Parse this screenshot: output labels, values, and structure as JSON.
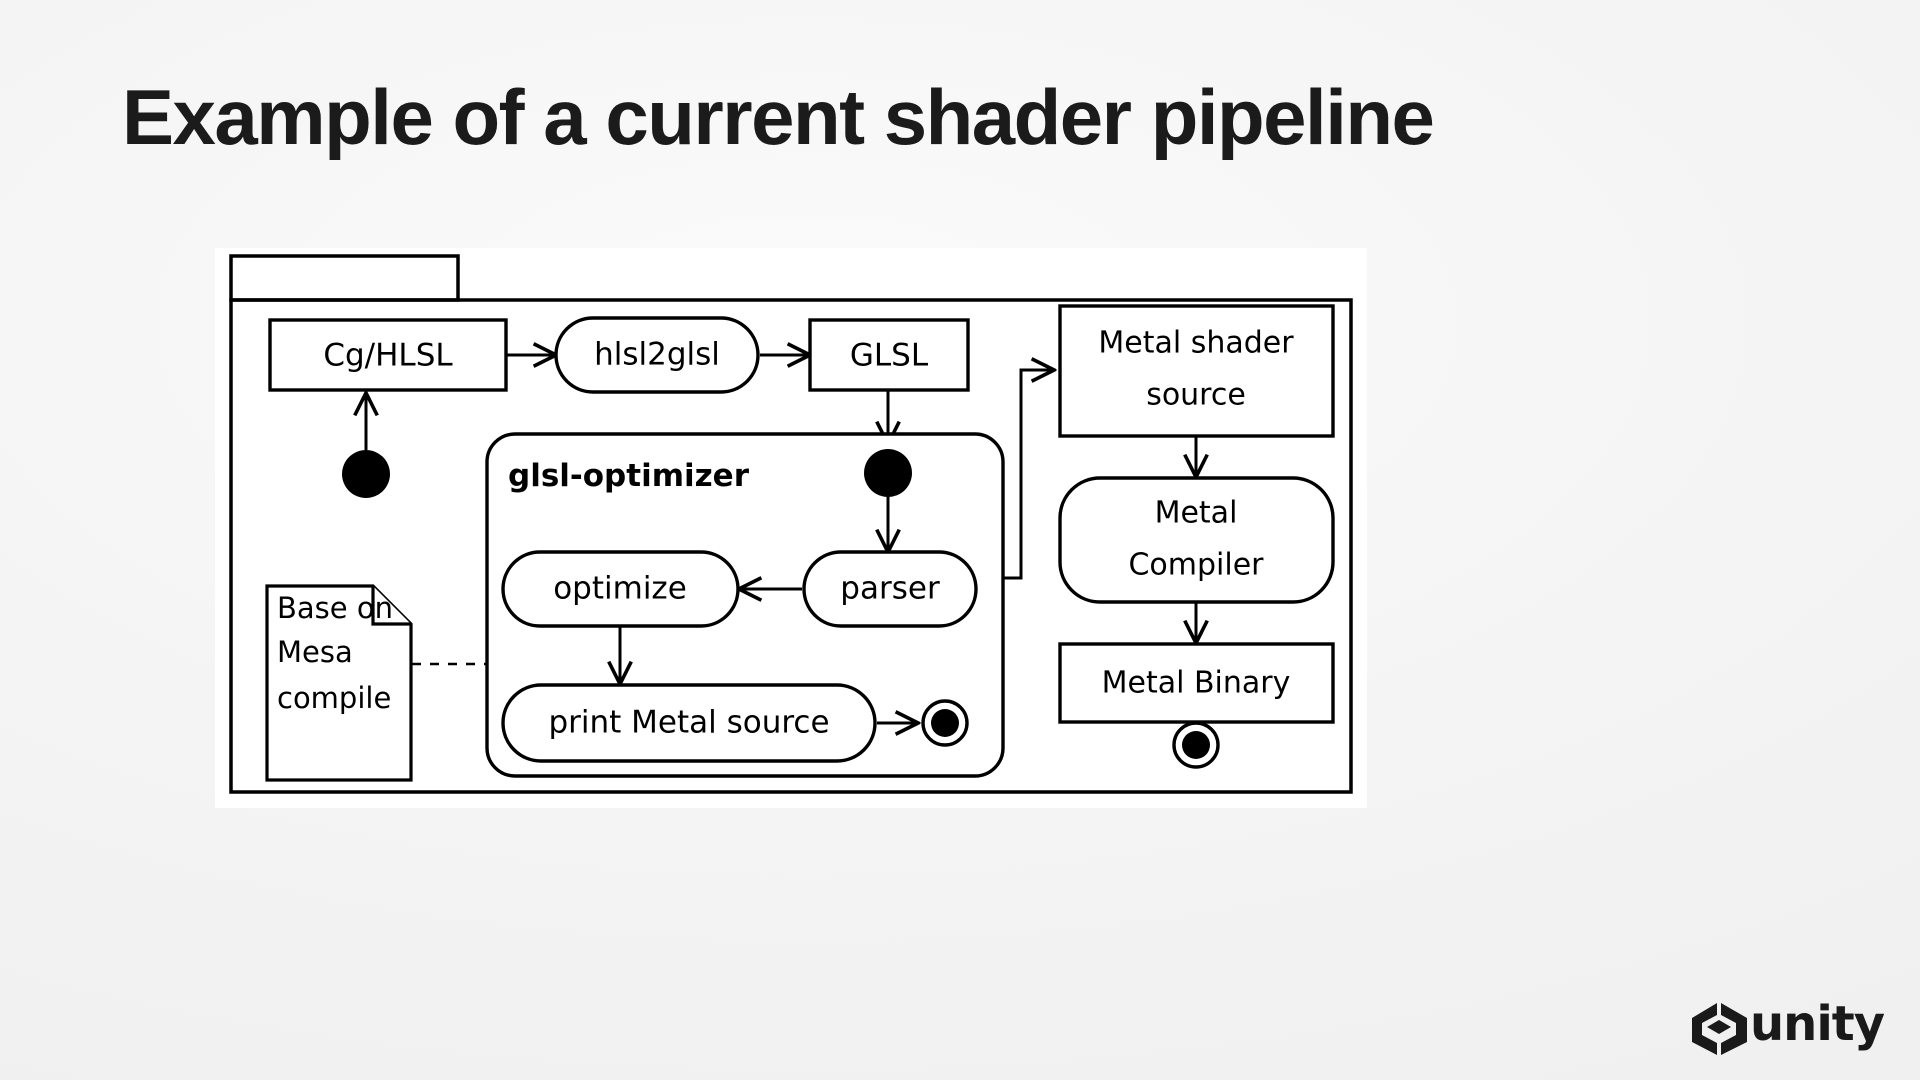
{
  "slide": {
    "title": "Example of a current shader pipeline",
    "background_color": "#f2f2f2",
    "panel_color": "#ffffff",
    "stroke_color": "#000000"
  },
  "diagram": {
    "type": "uml-activity-diagram",
    "package_tab_label": "",
    "nodes": [
      {
        "id": "cg-hlsl",
        "label": "Cg/HLSL",
        "shape": "rectangle"
      },
      {
        "id": "hlsl2glsl",
        "label": "hlsl2glsl",
        "shape": "rounded-rectangle"
      },
      {
        "id": "glsl",
        "label": "GLSL",
        "shape": "rectangle"
      },
      {
        "id": "glsl-optimizer",
        "label": "glsl-optimizer",
        "shape": "package-rounded"
      },
      {
        "id": "optimize",
        "label": "optimize",
        "shape": "rounded-rectangle"
      },
      {
        "id": "parser",
        "label": "parser",
        "shape": "rounded-rectangle"
      },
      {
        "id": "print-metal-source",
        "label": "print Metal source",
        "shape": "rounded-rectangle"
      },
      {
        "id": "metal-shader-source",
        "label_line1": "Metal shader",
        "label_line2": "source",
        "shape": "rectangle"
      },
      {
        "id": "metal-compiler",
        "label_line1": "Metal",
        "label_line2": "Compiler",
        "shape": "rounded-rectangle"
      },
      {
        "id": "metal-binary",
        "label": "Metal Binary",
        "shape": "rectangle"
      },
      {
        "id": "initial-node-left",
        "label": "",
        "shape": "initial-node"
      },
      {
        "id": "initial-node-parser",
        "label": "",
        "shape": "initial-node"
      },
      {
        "id": "final-node-optimizer",
        "label": "",
        "shape": "final-node"
      },
      {
        "id": "final-node-metal",
        "label": "",
        "shape": "final-node"
      }
    ],
    "note": {
      "id": "note-base-on-mesa",
      "lines": [
        "Base on",
        "Mesa",
        "compile"
      ],
      "shape": "note-folded-corner",
      "anchored_to": "glsl-optimizer"
    },
    "edges": [
      {
        "from": "cg-hlsl",
        "to": "hlsl2glsl",
        "style": "solid-arrow"
      },
      {
        "from": "hlsl2glsl",
        "to": "glsl",
        "style": "solid-arrow"
      },
      {
        "from": "initial-node-left",
        "to": "cg-hlsl",
        "style": "solid-arrow"
      },
      {
        "from": "glsl",
        "to": "initial-node-parser",
        "style": "solid-arrow"
      },
      {
        "from": "initial-node-parser",
        "to": "parser",
        "style": "solid-arrow"
      },
      {
        "from": "parser",
        "to": "optimize",
        "style": "solid-arrow"
      },
      {
        "from": "optimize",
        "to": "print-metal-source",
        "style": "solid-arrow"
      },
      {
        "from": "print-metal-source",
        "to": "final-node-optimizer",
        "style": "solid-arrow"
      },
      {
        "from": "glsl-optimizer",
        "to": "metal-shader-source",
        "style": "solid-arrow"
      },
      {
        "from": "metal-shader-source",
        "to": "metal-compiler",
        "style": "solid-arrow"
      },
      {
        "from": "metal-compiler",
        "to": "metal-binary",
        "style": "solid-arrow"
      },
      {
        "from": "metal-binary",
        "to": "final-node-metal",
        "style": "solid-arrow"
      },
      {
        "from": "note-base-on-mesa",
        "to": "glsl-optimizer",
        "style": "dashed"
      }
    ]
  },
  "branding": {
    "logo_name": "unity-logo",
    "wordmark": "unity"
  }
}
